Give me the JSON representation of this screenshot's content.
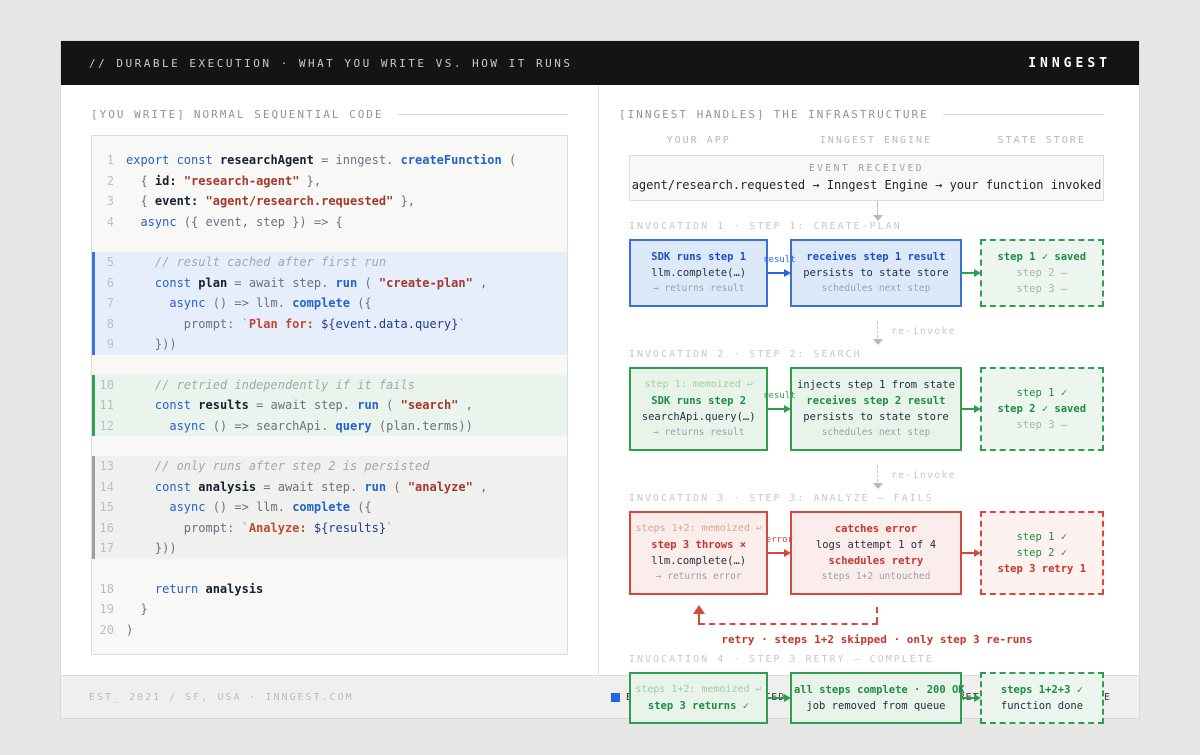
{
  "header": {
    "left": "// DURABLE EXECUTION  ·  WHAT YOU WRITE VS. HOW IT RUNS",
    "brand": "INNGEST"
  },
  "left_panel": {
    "title_tag": "[YOU WRITE]",
    "title": "NORMAL SEQUENTIAL CODE",
    "code_lines": [
      {
        "n": 1,
        "seg": [
          [
            "kw",
            "export const"
          ],
          [
            "pln",
            " "
          ],
          [
            "id",
            "researchAgent"
          ],
          [
            "pln",
            " = inngest. "
          ],
          [
            "fn",
            "createFunction"
          ],
          [
            "pln",
            " ("
          ]
        ]
      },
      {
        "n": 2,
        "seg": [
          [
            "pln",
            "  { "
          ],
          [
            "prop",
            "id:"
          ],
          [
            "pln",
            " "
          ],
          [
            "str",
            "\"research-agent\""
          ],
          [
            "pln",
            " },"
          ]
        ]
      },
      {
        "n": 3,
        "seg": [
          [
            "pln",
            "  { "
          ],
          [
            "prop",
            "event:"
          ],
          [
            "pln",
            " "
          ],
          [
            "str",
            "\"agent/research.requested\""
          ],
          [
            "pln",
            " },"
          ]
        ]
      },
      {
        "n": 4,
        "seg": [
          [
            "kw",
            "  async"
          ],
          [
            "pln",
            " ({ event, step }) => {"
          ]
        ]
      },
      {
        "gap": true
      },
      {
        "n": 5,
        "hl": "b",
        "seg": [
          [
            "cmt",
            "    // result cached after first run"
          ]
        ]
      },
      {
        "n": 6,
        "hl": "b",
        "seg": [
          [
            "kw",
            "    const"
          ],
          [
            "pln",
            " "
          ],
          [
            "id",
            "plan"
          ],
          [
            "pln",
            " = await step. "
          ],
          [
            "fn",
            "run"
          ],
          [
            "pln",
            " ( "
          ],
          [
            "str",
            "\"create-plan\""
          ],
          [
            "pln",
            " ,"
          ]
        ]
      },
      {
        "n": 7,
        "hl": "b",
        "seg": [
          [
            "kw",
            "      async"
          ],
          [
            "pln",
            " () => llm. "
          ],
          [
            "fn",
            "complete"
          ],
          [
            "pln",
            " ({"
          ]
        ]
      },
      {
        "n": 8,
        "hl": "b",
        "seg": [
          [
            "pln",
            "        prompt: "
          ],
          [
            "pun",
            "`"
          ],
          [
            "tpl",
            "Plan for: "
          ],
          [
            "expr",
            "${event.data.query}"
          ],
          [
            "pun",
            "`"
          ]
        ]
      },
      {
        "n": 9,
        "hl": "b",
        "seg": [
          [
            "pln",
            "    }))"
          ]
        ]
      },
      {
        "gap": true
      },
      {
        "n": 10,
        "hl": "g",
        "seg": [
          [
            "cmt",
            "    // retried independently if it fails"
          ]
        ]
      },
      {
        "n": 11,
        "hl": "g",
        "seg": [
          [
            "kw",
            "    const"
          ],
          [
            "pln",
            " "
          ],
          [
            "id",
            "results"
          ],
          [
            "pln",
            " = await step. "
          ],
          [
            "fn",
            "run"
          ],
          [
            "pln",
            " ( "
          ],
          [
            "str",
            "\"search\""
          ],
          [
            "pln",
            " ,"
          ]
        ]
      },
      {
        "n": 12,
        "hl": "g",
        "seg": [
          [
            "kw",
            "      async"
          ],
          [
            "pln",
            " () => searchApi. "
          ],
          [
            "fn",
            "query"
          ],
          [
            "pln",
            " (plan.terms))"
          ]
        ]
      },
      {
        "gap": true
      },
      {
        "n": 13,
        "hl": "n",
        "seg": [
          [
            "cmt",
            "    // only runs after step 2 is persisted"
          ]
        ]
      },
      {
        "n": 14,
        "hl": "n",
        "seg": [
          [
            "kw",
            "    const"
          ],
          [
            "pln",
            " "
          ],
          [
            "id",
            "analysis"
          ],
          [
            "pln",
            " = await step. "
          ],
          [
            "fn",
            "run"
          ],
          [
            "pln",
            " ( "
          ],
          [
            "str",
            "\"analyze\""
          ],
          [
            "pln",
            " ,"
          ]
        ]
      },
      {
        "n": 15,
        "hl": "n",
        "seg": [
          [
            "kw",
            "      async"
          ],
          [
            "pln",
            " () => llm. "
          ],
          [
            "fn",
            "complete"
          ],
          [
            "pln",
            " ({"
          ]
        ]
      },
      {
        "n": 16,
        "hl": "n",
        "seg": [
          [
            "pln",
            "        prompt: "
          ],
          [
            "pun",
            "`"
          ],
          [
            "tpl",
            "Analyze: "
          ],
          [
            "expr",
            "${results}"
          ],
          [
            "pun",
            "`"
          ]
        ]
      },
      {
        "n": 17,
        "hl": "n",
        "seg": [
          [
            "pln",
            "    }))"
          ]
        ]
      },
      {
        "gap": true
      },
      {
        "n": 18,
        "seg": [
          [
            "kw",
            "    return"
          ],
          [
            "pln",
            " "
          ],
          [
            "id",
            "analysis"
          ]
        ]
      },
      {
        "n": 19,
        "seg": [
          [
            "pln",
            "  }"
          ]
        ]
      },
      {
        "n": 20,
        "seg": [
          [
            "pln",
            ")"
          ]
        ]
      }
    ]
  },
  "right_panel": {
    "title_tag": "[INNGEST HANDLES]",
    "title": "THE INFRASTRUCTURE",
    "columns": [
      "YOUR APP",
      "INNGEST ENGINE",
      "STATE STORE"
    ],
    "event_box": {
      "label": "EVENT RECEIVED",
      "flow": "agent/research.requested → Inngest Engine → your function invoked"
    },
    "invocations": [
      {
        "label": "INVOCATION 1 · STEP 1: CREATE-PLAN",
        "color": "blue",
        "app": [
          [
            "accent",
            "SDK runs step 1"
          ],
          [
            "plain",
            "llm.complete(…)"
          ],
          [
            "muted",
            "→ returns result"
          ]
        ],
        "arrow1_label": "result",
        "engine": [
          [
            "accent",
            "receives step 1 result"
          ],
          [
            "plain",
            "persists to state store"
          ],
          [
            "muted",
            "schedules next step"
          ]
        ],
        "store": [
          [
            "green-bold",
            "step 1 ✓ saved"
          ],
          [
            "faint",
            "step 2 –"
          ],
          [
            "faint",
            "step 3 –"
          ]
        ],
        "reinvoke_label": "re-invoke"
      },
      {
        "label": "INVOCATION 2 · STEP 2: SEARCH",
        "color": "green",
        "app": [
          [
            "ghost",
            "step 1: memoized ↩"
          ],
          [
            "accent",
            "SDK runs step 2"
          ],
          [
            "plain",
            "searchApi.query(…)"
          ],
          [
            "muted",
            "→ returns result"
          ]
        ],
        "arrow1_label": "result",
        "engine": [
          [
            "plain",
            "injects step 1 from state"
          ],
          [
            "accent",
            "receives step 2 result"
          ],
          [
            "plain",
            "persists to state store"
          ],
          [
            "muted",
            "schedules next step"
          ]
        ],
        "store": [
          [
            "green",
            "step 1 ✓"
          ],
          [
            "green-bold",
            "step 2 ✓ saved"
          ],
          [
            "faint",
            "step 3 –"
          ]
        ],
        "reinvoke_label": "re-invoke"
      },
      {
        "label": "INVOCATION 3 · STEP 3: ANALYZE — FAILS",
        "color": "red",
        "app": [
          [
            "ghost",
            "steps 1+2: memoized ↩"
          ],
          [
            "accent",
            "step 3 throws ×"
          ],
          [
            "plain",
            "llm.complete(…)"
          ],
          [
            "muted",
            "→ returns error"
          ]
        ],
        "arrow1_label": "error",
        "engine": [
          [
            "accent",
            "catches error"
          ],
          [
            "plain",
            "logs attempt 1 of 4"
          ],
          [
            "accent2",
            "schedules retry"
          ],
          [
            "muted",
            "steps 1+2 untouched"
          ]
        ],
        "store": [
          [
            "green",
            "step 1 ✓"
          ],
          [
            "green",
            "step 2 ✓"
          ],
          [
            "red",
            "step 3 retry 1"
          ]
        ],
        "retry_caption": "retry · steps 1+2 skipped · only step 3 re-runs"
      },
      {
        "label": "INVOCATION 4 · STEP 3 RETRY — COMPLETE",
        "color": "green",
        "app": [
          [
            "ghost",
            "steps 1+2: memoized ↩"
          ],
          [
            "accent",
            "step 3 returns ✓"
          ]
        ],
        "arrow1_label": "",
        "engine": [
          [
            "accent",
            "all steps complete · 200 OK"
          ],
          [
            "plain",
            "job removed from queue"
          ]
        ],
        "store": [
          [
            "green-bold",
            "steps 1+2+3 ✓"
          ],
          [
            "plain",
            "function done"
          ]
        ]
      }
    ]
  },
  "footer": {
    "left": "EST_ 2021 / SF, USA  ·  INNGEST.COM",
    "legend": [
      {
        "swatch": "square-blue",
        "label": "EXECUTING",
        "color": "#2563eb"
      },
      {
        "swatch": "circle-green",
        "label": "PERSISTED / MEMOIZED",
        "color": "#2f9e50"
      },
      {
        "swatch": "square-red",
        "label": "FAILED / RETRYING",
        "color": "#d93a2b"
      },
      {
        "swatch": "square-gray",
        "label": "RE-INVOKE",
        "color": "#c9c9c7"
      }
    ]
  }
}
